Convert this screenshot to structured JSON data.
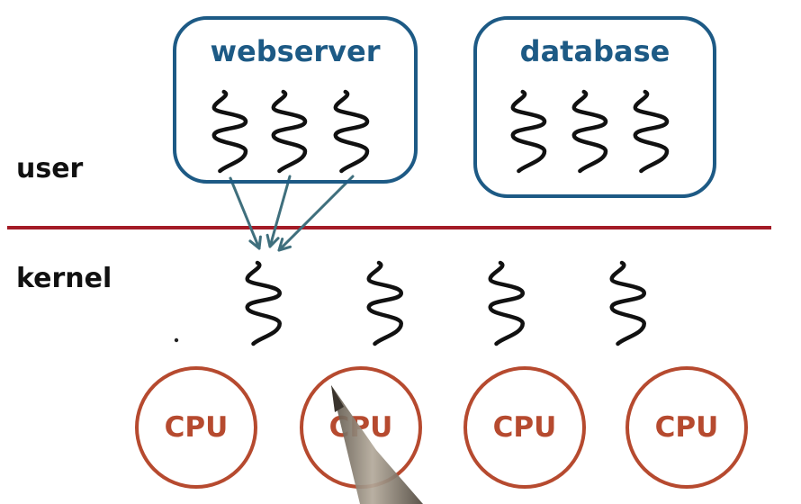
{
  "layers": {
    "user": "user",
    "kernel": "kernel"
  },
  "processes": [
    {
      "name": "webserver",
      "threads": 3
    },
    {
      "name": "database",
      "threads": 3
    }
  ],
  "kernel_threads": 4,
  "cpus": [
    "CPU",
    "CPU",
    "CPU",
    "CPU"
  ],
  "mapping": {
    "webserver_threads_to_kernel_thread": 1
  },
  "colors": {
    "process_border": "#1d5a85",
    "boundary_line": "#a31b26",
    "cpu": "#b64a2f",
    "thread": "#111111",
    "arrow": "#3f6f7d"
  }
}
